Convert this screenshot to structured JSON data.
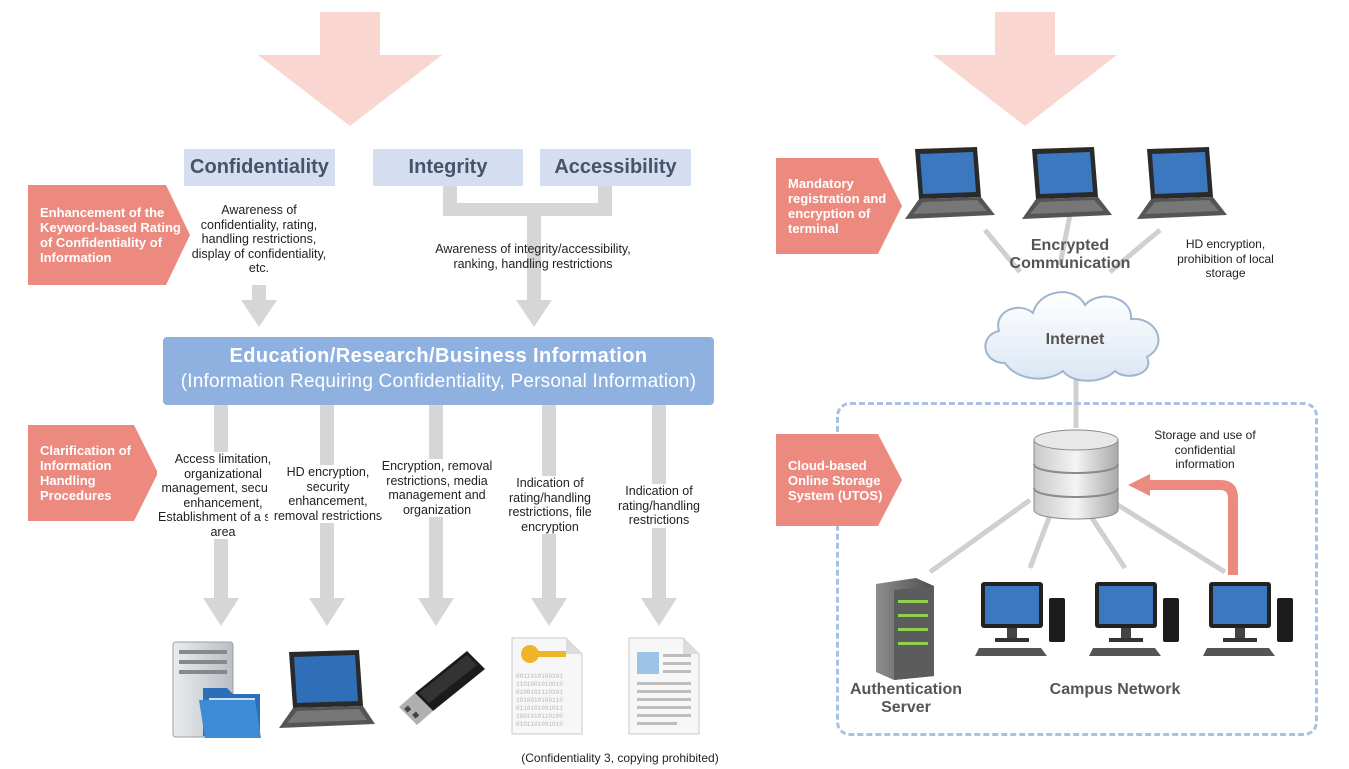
{
  "left": {
    "headers": {
      "confidentiality": "Confidentiality",
      "integrity": "Integrity",
      "accessibility": "Accessibility"
    },
    "tag_rating": "Enhancement of the Keyword-based Rating of Confidentiality of Information",
    "note_confidentiality": "Awareness of confidentiality, rating, handling restrictions, display of confidentiality, etc.",
    "note_integrity": "Awareness of integrity/accessibility, ranking, handling restrictions",
    "info_title": "Education/Research/Business Information",
    "info_subtitle": "(Information Requiring Confidentiality, Personal Information)",
    "tag_procedures": "Clarification of Information Handling Procedures",
    "measures": [
      "Access limitation, organizational management, security enhancement, Establishment of a safe area",
      "HD encryption, security enhancement, removal restrictions",
      "Encryption, removal restrictions, media management and organization",
      "Indication of rating/handling restrictions, file encryption",
      "Indication of rating/handling restrictions"
    ],
    "bottom_note": "(Confidentiality 3, copying prohibited)"
  },
  "right": {
    "tag_terminal": "Mandatory registration and encryption of terminal",
    "encrypted_comm": "Encrypted Communication",
    "hd_note": "HD encryption, prohibition of local storage",
    "internet": "Internet",
    "tag_utos": "Cloud-based Online Storage System (UTOS)",
    "storage_note": "Storage and use of confidential information",
    "auth_server": "Authentication Server",
    "campus_network": "Campus Network"
  },
  "colors": {
    "arrow_pink": "#f9d6cf",
    "tag": "#ec8a80",
    "header_bg": "#d4def0",
    "info_box": "#8fb1e0",
    "dashed": "#a9c2e3",
    "connector": "#d0d0d0"
  }
}
